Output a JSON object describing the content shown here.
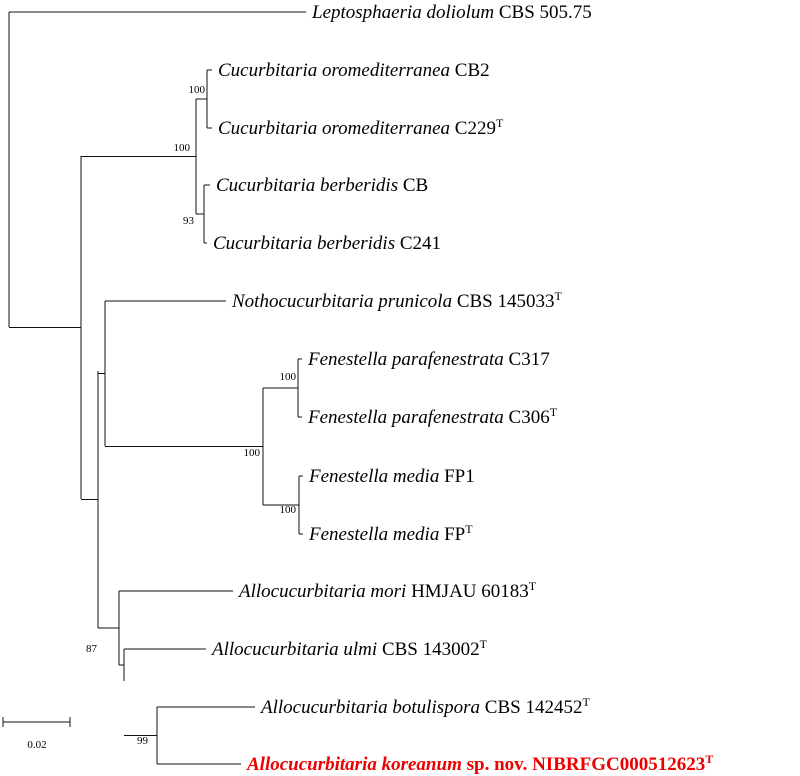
{
  "taxa": [
    {
      "genus": "Leptosphaeria doliolum",
      "strain": "CBS 505.75",
      "type": ""
    },
    {
      "genus": "Cucurbitaria oromediterranea",
      "strain": "CB2",
      "type": ""
    },
    {
      "genus": "Cucurbitaria oromediterranea",
      "strain": "C229",
      "type": "T"
    },
    {
      "genus": "Cucurbitaria berberidis",
      "strain": "CB",
      "type": ""
    },
    {
      "genus": "Cucurbitaria berberidis",
      "strain": "C241",
      "type": ""
    },
    {
      "genus": "Nothocucurbitaria prunicola",
      "strain": "CBS 145033",
      "type": "T"
    },
    {
      "genus": "Fenestella parafenestrata",
      "strain": "C317",
      "type": ""
    },
    {
      "genus": "Fenestella parafenestrata",
      "strain": "C306",
      "type": "T"
    },
    {
      "genus": "Fenestella media",
      "strain": "FP1",
      "type": ""
    },
    {
      "genus": "Fenestella media",
      "strain": "FP",
      "type": "T"
    },
    {
      "genus": "Allocucurbitaria mori",
      "strain": "HMJAU 60183",
      "type": "T"
    },
    {
      "genus": "Allocucurbitaria ulmi",
      "strain": "CBS 143002",
      "type": "T"
    },
    {
      "genus": "Allocucurbitaria botulispora",
      "strain": "CBS 142452",
      "type": "T"
    },
    {
      "genus": "Allocucurbitaria koreanum",
      "strain": "sp. nov. NIBRFGC000512623",
      "type": "T",
      "highlight": true,
      "color": "#ee0000"
    }
  ],
  "support_values": [
    "100",
    "100",
    "93",
    "100",
    "100",
    "100",
    "87",
    "99"
  ],
  "scale_bar": {
    "label": "0.02"
  }
}
